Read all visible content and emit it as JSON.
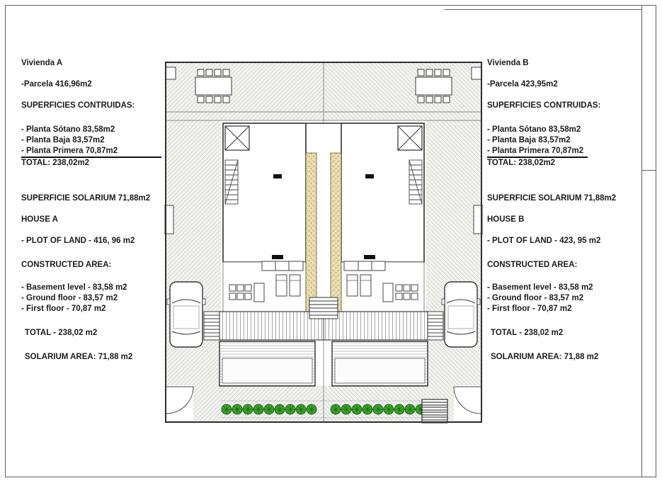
{
  "panels": {
    "left": {
      "lines": [
        "Vivienda A",
        "-Parcela 416,96m2",
        "SUPERFICIES CONTRUIDAS:",
        "- Planta Sótano 83,58m2",
        "- Planta Baja 83,57m2",
        "- Planta Primera 70,87m2",
        "TOTAL: 238,02m2",
        "SUPERFICIE SOLARIUM 71,88m2",
        "HOUSE A",
        "- PLOT OF LAND - 416, 96 m2",
        "CONSTRUCTED AREA:",
        "- Basement level - 83,58 m2",
        "- Ground floor - 83,57 m2",
        "- First floor - 70,87 m2",
        "TOTAL - 238,02 m2",
        "SOLARIUM AREA: 71,88 m2"
      ]
    },
    "right": {
      "lines": [
        "Vivienda B",
        "-Parcela 423,95m2",
        "SUPERFICIES CONTRUIDAS:",
        "- Planta Sótano 83,58m2",
        "- Planta Baja 83,57m2",
        "- Planta Primera 70,87m2",
        "TOTAL: 238,02m2",
        "SUPERFICIE SOLARIUM 71,88m2",
        "HOUSE B",
        "- PLOT OF LAND - 423, 95 m2",
        "CONSTRUCTED AREA:",
        "- Basement level - 83,58 m2",
        "- Ground floor - 83,57 m2",
        "- First floor - 70,87 m2",
        "TOTAL - 238,02 m2",
        "SOLARIUM AREA: 71,88 m2"
      ]
    }
  },
  "plan": {
    "symbols": [
      "car",
      "dining-table-with-chairs",
      "staircase",
      "skylight-x-box",
      "shrub-row",
      "pool-deck",
      "driveway-paving",
      "party-wall",
      "gate-swing"
    ]
  },
  "colors": {
    "plant_green": "#44a52e",
    "plant_green_dark": "#1a6912",
    "party_wall_fill": "#eadfb4",
    "drawing_line": "#2f2f2f",
    "paving_gray": "#cccccc"
  }
}
